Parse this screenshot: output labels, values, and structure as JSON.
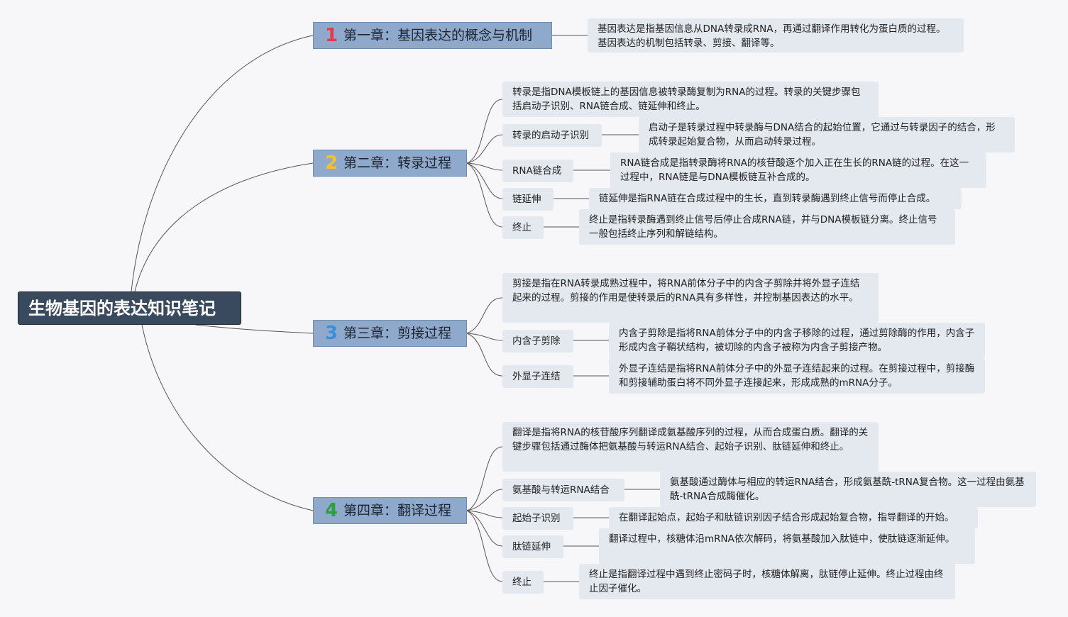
{
  "root": {
    "title": "生物基因的表达知识笔记"
  },
  "chapters": [
    {
      "num": "1",
      "num_color": "#e23b4a",
      "title": "第一章：基因表达的概念与机制",
      "note": "基因表达是指基因信息从DNA转录成RNA，再通过翻译作用转化为蛋白质的过程。基因表达的机制包括转录、剪接、翻译等。"
    },
    {
      "num": "2",
      "num_color": "#f2c230",
      "title": "第二章：转录过程",
      "intro": "转录是指DNA模板链上的基因信息被转录酶复制为RNA的过程。转录的关键步骤包括启动子识别、RNA链合成、链延伸和终止。",
      "topics": [
        {
          "label": "转录的启动子识别",
          "note": "启动子是转录过程中转录酶与DNA结合的起始位置，它通过与转录因子的结合，形成转录起始复合物，从而启动转录过程。"
        },
        {
          "label": "RNA链合成",
          "note": "RNA链合成是指转录酶将RNA的核苷酸逐个加入正在生长的RNA链的过程。在这一过程中，RNA链是与DNA模板链互补合成的。"
        },
        {
          "label": "链延伸",
          "note": "链延伸是指RNA链在合成过程中的生长，直到转录酶遇到终止信号而停止合成。"
        },
        {
          "label": "终止",
          "note": "终止是指转录酶遇到终止信号后停止合成RNA链，并与DNA模板链分离。终止信号一般包括终止序列和解链结构。"
        }
      ]
    },
    {
      "num": "3",
      "num_color": "#3a8fd8",
      "title": "第三章：剪接过程",
      "intro": "剪接是指在RNA转录成熟过程中，将RNA前体分子中的内含子剪除并将外显子连结起来的过程。剪接的作用是使转录后的RNA具有多样性，并控制基因表达的水平。",
      "topics": [
        {
          "label": "内含子剪除",
          "note": "内含子剪除是指将RNA前体分子中的内含子移除的过程，通过剪除酶的作用，内含子形成内含子鞘状结构，被切除的内含子被称为内含子剪接产物。"
        },
        {
          "label": "外显子连结",
          "note": "外显子连结是指将RNA前体分子中的外显子连结起来的过程。在剪接过程中，剪接酶和剪接辅助蛋白将不同外显子连接起来，形成成熟的mRNA分子。"
        }
      ]
    },
    {
      "num": "4",
      "num_color": "#2e9e3e",
      "title": "第四章：翻译过程",
      "intro": "翻译是指将RNA的核苷酸序列翻译成氨基酸序列的过程，从而合成蛋白质。翻译的关键步骤包括通过酶体把氨基酸与转运RNA结合、起始子识别、肽链延伸和终止。",
      "topics": [
        {
          "label": "氨基酸与转运RNA结合",
          "note": "氨基酸通过酶体与相应的转运RNA结合，形成氨基酰-tRNA复合物。这一过程由氨基酰-tRNA合成酶催化。"
        },
        {
          "label": "起始子识别",
          "note": "在翻译起始点，起始子和肽链识别因子结合形成起始复合物，指导翻译的开始。"
        },
        {
          "label": "肽链延伸",
          "note": "翻译过程中，核糖体沿mRNA依次解码，将氨基酸加入肽链中，使肽链逐渐延伸。"
        },
        {
          "label": "终止",
          "note": "终止是指翻译过程中遇到终止密码子时，核糖体解离，肽链停止延伸。终止过程由终止因子催化。"
        }
      ]
    }
  ]
}
